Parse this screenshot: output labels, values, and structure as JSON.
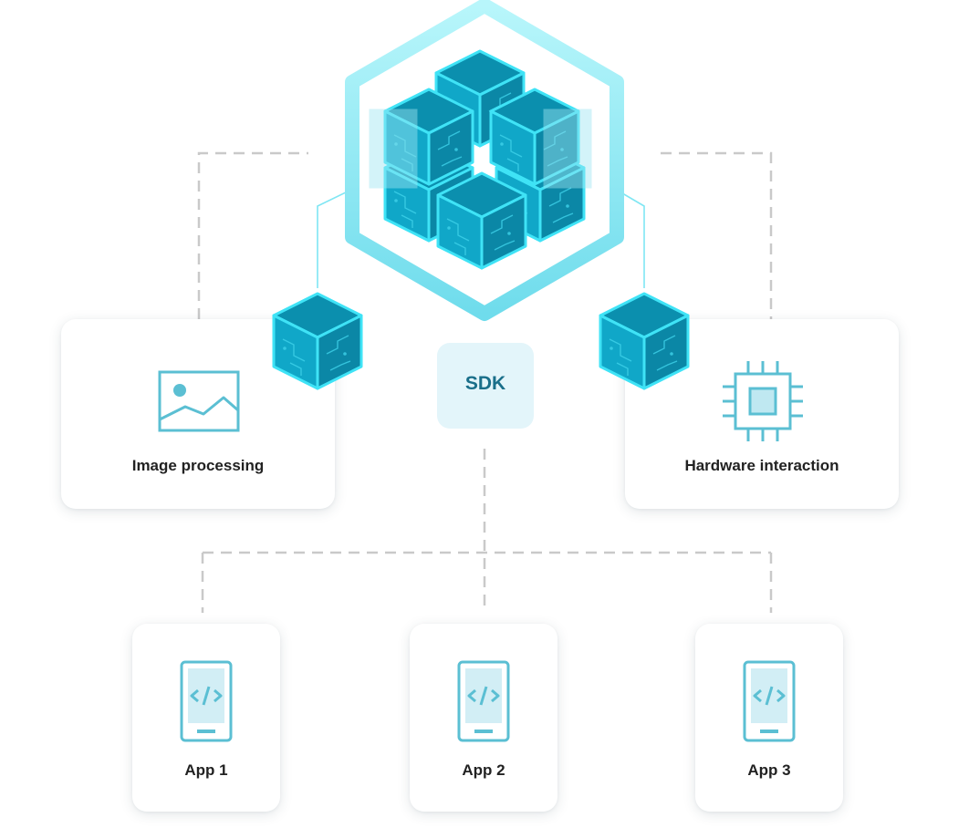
{
  "diagram": {
    "center": {
      "label": "SDK"
    },
    "modules": [
      {
        "label": "Image processing",
        "icon": "image-icon"
      },
      {
        "label": "Hardware interaction",
        "icon": "chip-icon"
      }
    ],
    "apps": [
      {
        "label": "App 1",
        "icon": "phone-code-icon"
      },
      {
        "label": "App 2",
        "icon": "phone-code-icon"
      },
      {
        "label": "App 3",
        "icon": "phone-code-icon"
      }
    ]
  },
  "colors": {
    "cube_top": "#0b8fae",
    "cube_front": "#10a7c8",
    "cube_side": "#0b87a6",
    "cube_edge": "#3fe3f6",
    "hex_outline": "#a6f0f7",
    "sdk_bg": "#e3f5fa",
    "sdk_text": "#1a6f8a",
    "icon": "#5bbfd3",
    "connector": "#c9c9c9"
  }
}
